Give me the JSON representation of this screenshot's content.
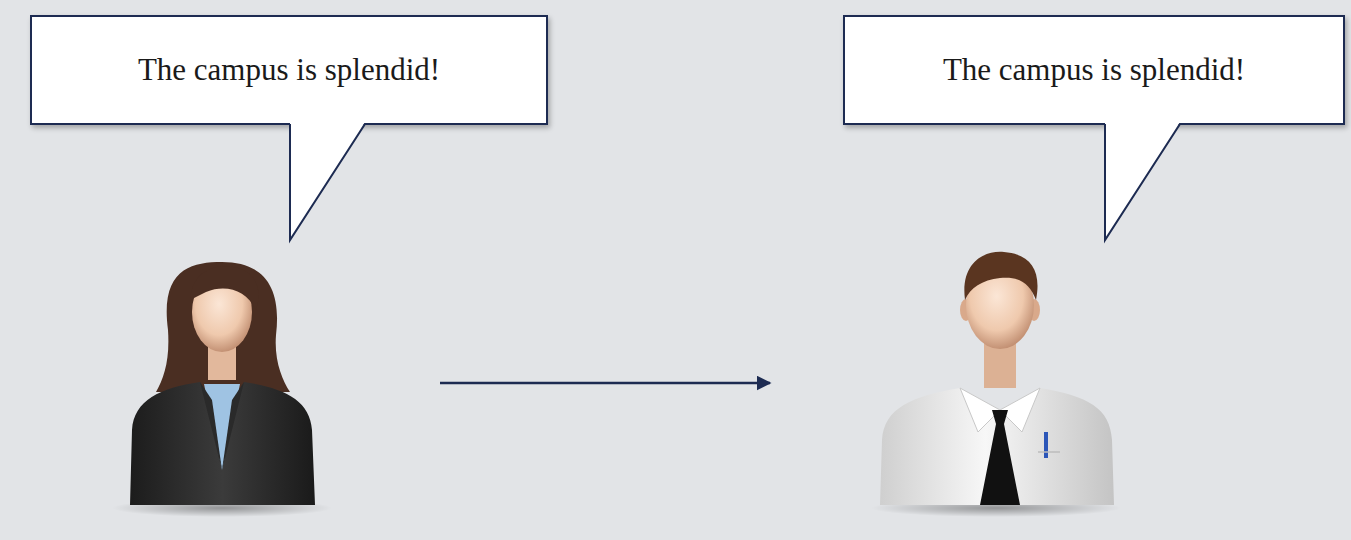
{
  "diagram": {
    "nodes": [
      {
        "text": [
          "The campus is splendid!"
        ]
      },
      {
        "text": [
          "The campus is splendid!"
        ]
      }
    ],
    "edges": [
      {
        "from": 0,
        "to": 1,
        "arrow": "to"
      }
    ]
  }
}
